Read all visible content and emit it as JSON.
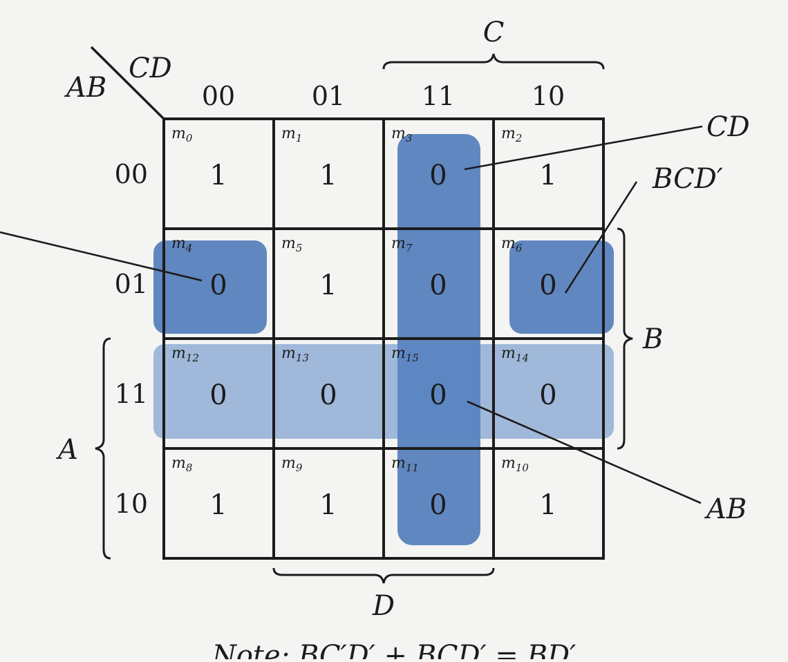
{
  "kmap": {
    "row_var": "AB",
    "col_var": "CD",
    "col_headers": [
      "00",
      "01",
      "11",
      "10"
    ],
    "row_headers": [
      "00",
      "01",
      "11",
      "10"
    ],
    "cells": [
      [
        {
          "m": "m",
          "sub": "0",
          "v": "1"
        },
        {
          "m": "m",
          "sub": "1",
          "v": "1"
        },
        {
          "m": "m",
          "sub": "3",
          "v": "0"
        },
        {
          "m": "m",
          "sub": "2",
          "v": "1"
        }
      ],
      [
        {
          "m": "m",
          "sub": "4",
          "v": "0"
        },
        {
          "m": "m",
          "sub": "5",
          "v": "1"
        },
        {
          "m": "m",
          "sub": "7",
          "v": "0"
        },
        {
          "m": "m",
          "sub": "6",
          "v": "0"
        }
      ],
      [
        {
          "m": "m",
          "sub": "12",
          "v": "0"
        },
        {
          "m": "m",
          "sub": "13",
          "v": "0"
        },
        {
          "m": "m",
          "sub": "15",
          "v": "0"
        },
        {
          "m": "m",
          "sub": "14",
          "v": "0"
        }
      ],
      [
        {
          "m": "m",
          "sub": "8",
          "v": "1"
        },
        {
          "m": "m",
          "sub": "9",
          "v": "1"
        },
        {
          "m": "m",
          "sub": "11",
          "v": "0"
        },
        {
          "m": "m",
          "sub": "10",
          "v": "1"
        }
      ]
    ],
    "brace_labels": {
      "top": "C",
      "right": "B",
      "left": "A",
      "bottom": "D"
    }
  },
  "callouts": {
    "cd": "CD",
    "bcd_prime": "BCD′",
    "ab": "AB"
  },
  "note": "Note: BC′D′ + BCD′ = BD′",
  "colors": {
    "group_fill": "#3f6fb5",
    "grid": "#1c1c1c",
    "background": "#f4f4f2"
  }
}
